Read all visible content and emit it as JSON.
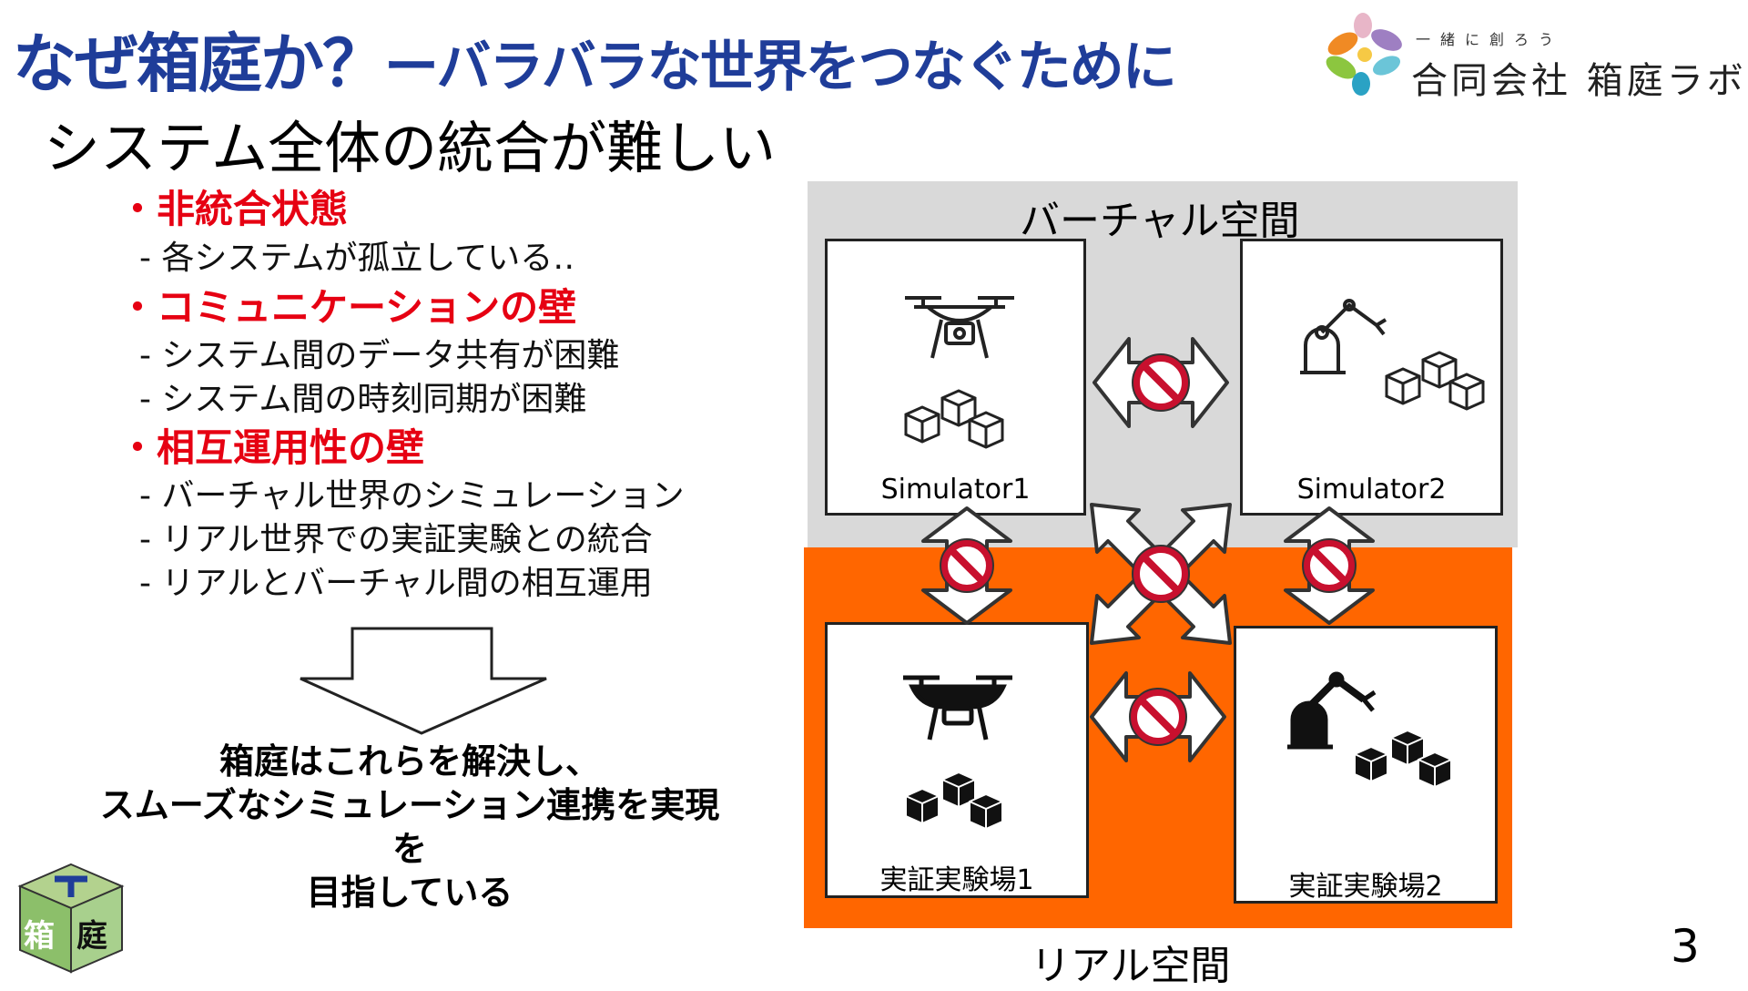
{
  "header": {
    "title_main": "なぜ箱庭か？",
    "title_sub": "ーバラバラな世界をつなぐために"
  },
  "company": {
    "tagline": "一緒に創ろう",
    "name": "合同会社 箱庭ラボ"
  },
  "headline": "システム全体の統合が難しい",
  "bullets": [
    {
      "title": "・非統合状態",
      "items": [
        "- 各システムが孤立している‥"
      ]
    },
    {
      "title": "・コミュニケーションの壁",
      "items": [
        "- システム間のデータ共有が困難",
        "- システム間の時刻同期が困難"
      ]
    },
    {
      "title": "・相互運用性の壁",
      "items": [
        "- バーチャル世界のシミュレーション",
        "- リアル世界での実証実験との統合",
        "- リアルとバーチャル間の相互運用"
      ]
    }
  ],
  "conclusion": [
    "箱庭はこれらを解決し、",
    "スムーズなシミュレーション連携を実現を",
    "目指している"
  ],
  "diagram": {
    "virtual_label": "バーチャル空間",
    "real_label": "リアル空間",
    "boxes": {
      "sim1": "Simulator1",
      "sim2": "Simulator2",
      "real1": "実証実験場1",
      "real2": "実証実験場2"
    },
    "colors": {
      "virtual_bg": "#d9d9d9",
      "real_bg": "#ff6600",
      "prohibit": "#c8102e",
      "title": "#1f3d99",
      "bullet": "#e60012"
    }
  },
  "hakoniwa_logo": {
    "char1": "箱",
    "char2": "庭"
  },
  "page_number": "3"
}
